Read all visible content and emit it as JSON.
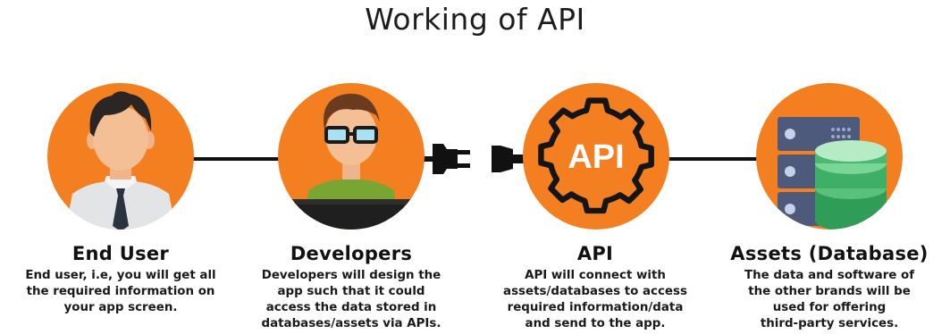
{
  "title": "Working of API",
  "nodes": [
    {
      "id": "end-user",
      "heading": "End User",
      "desc": [
        "End user, i.e, you will get all",
        "the required information on",
        "your app screen."
      ]
    },
    {
      "id": "developers",
      "heading": "Developers",
      "desc": [
        "Developers will design the",
        "app such that it could",
        "access the data stored in",
        "databases/assets via APIs."
      ]
    },
    {
      "id": "api",
      "heading": "API",
      "icon_text": "API",
      "desc": [
        "API will connect with",
        "assets/databases to access",
        "required information/data",
        "and send to the app."
      ]
    },
    {
      "id": "assets",
      "heading": "Assets (Database)",
      "desc": [
        "The data and software of",
        "the other brands will be",
        "used for offering",
        "third-party services."
      ]
    }
  ],
  "colors": {
    "accent": "#f47f20",
    "line": "#111111"
  }
}
